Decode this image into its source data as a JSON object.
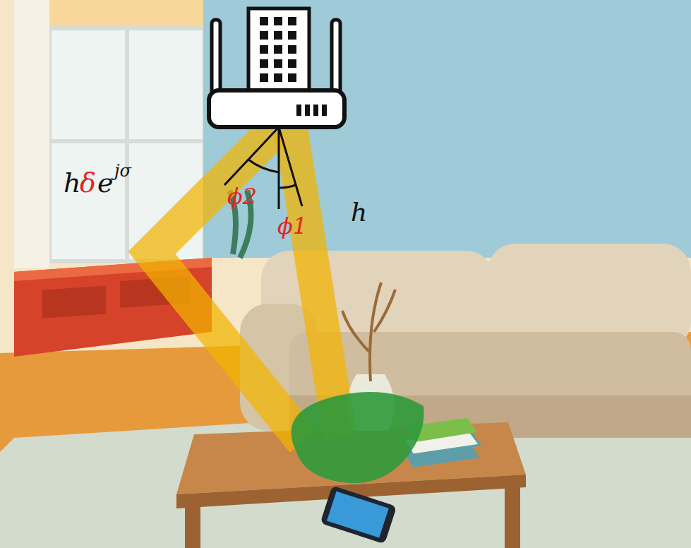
{
  "diagram": {
    "labels": [
      "h",
      "δ",
      "e",
      "jσ",
      "ϕ2",
      "ϕ1",
      "h"
    ]
  }
}
